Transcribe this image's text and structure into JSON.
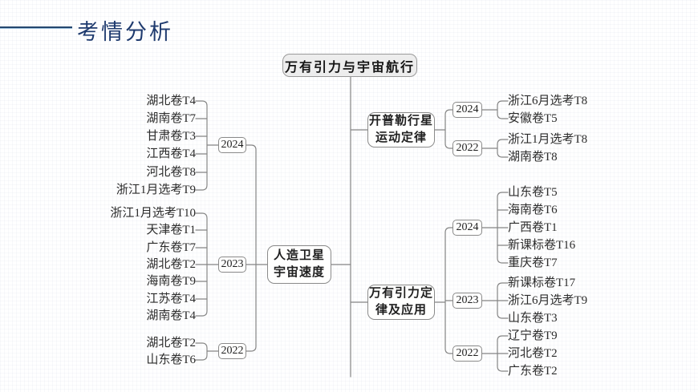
{
  "header": {
    "title": "考情分析"
  },
  "root": {
    "title": "万有引力与宇宙航行"
  },
  "branches": {
    "satellite": {
      "label_line1": "人造卫星",
      "label_line2": "宇宙速度",
      "years": [
        {
          "year": "2024",
          "items": [
            "湖北卷T4",
            "湖南卷T7",
            "甘肃卷T3",
            "江西卷T4",
            "河北卷T8",
            "浙江1月选考T9"
          ]
        },
        {
          "year": "2023",
          "items": [
            "浙江1月选考T10",
            "天津卷T1",
            "广东卷T7",
            "湖北卷T2",
            "海南卷T9",
            "江苏卷T4",
            "湖南卷T4"
          ]
        },
        {
          "year": "2022",
          "items": [
            "湖北卷T2",
            "山东卷T6"
          ]
        }
      ]
    },
    "kepler": {
      "label_line1": "开普勒行星",
      "label_line2": "运动定律",
      "years": [
        {
          "year": "2024",
          "items": [
            "浙江6月选考T8",
            "安徽卷T5"
          ]
        },
        {
          "year": "2022",
          "items": [
            "浙江1月选考T8",
            "湖南卷T8"
          ]
        }
      ]
    },
    "gravitation": {
      "label_line1": "万有引力定",
      "label_line2": "律及应用",
      "years": [
        {
          "year": "2024",
          "items": [
            "山东卷T5",
            "海南卷T6",
            "广西卷T1",
            "新课标卷T16",
            "重庆卷T7"
          ]
        },
        {
          "year": "2023",
          "items": [
            "新课标卷T17",
            "浙江6月选考T9",
            "山东卷T3"
          ]
        },
        {
          "year": "2022",
          "items": [
            "辽宁卷T9",
            "河北卷T2",
            "广东卷T2"
          ]
        }
      ]
    }
  },
  "colors": {
    "header_text": "#1e3a6e",
    "header_rule": "#24466e",
    "connector_line": "#858585",
    "box_border": "#8a8a8a",
    "title_box_fill": "#ededed",
    "text": "#222222"
  }
}
